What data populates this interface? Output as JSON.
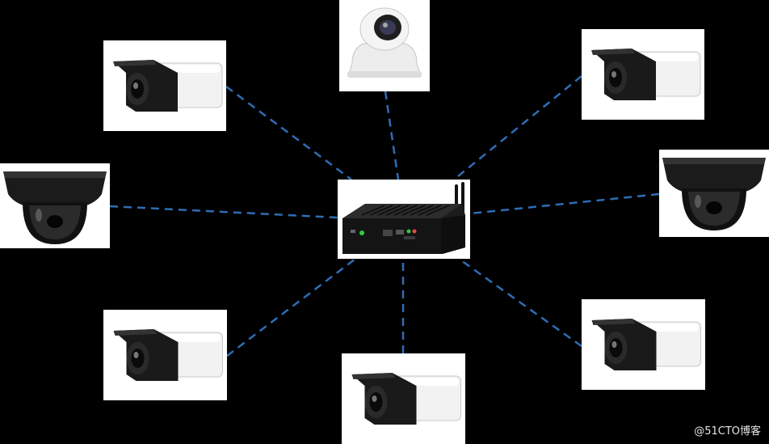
{
  "diagram": {
    "hub": {
      "kind": "fanless-mini-pc-with-antennas",
      "icon": "mini-pc-icon"
    },
    "nodes": [
      {
        "id": "cam-top-left",
        "kind": "bullet-camera",
        "icon": "bullet-camera-icon"
      },
      {
        "id": "cam-top",
        "kind": "turret-camera",
        "icon": "turret-camera-icon"
      },
      {
        "id": "cam-top-right",
        "kind": "bullet-camera",
        "icon": "bullet-camera-icon"
      },
      {
        "id": "cam-left",
        "kind": "dome-camera",
        "icon": "dome-camera-icon"
      },
      {
        "id": "cam-right",
        "kind": "dome-camera",
        "icon": "dome-camera-icon"
      },
      {
        "id": "cam-bottom-left",
        "kind": "bullet-camera",
        "icon": "bullet-camera-icon"
      },
      {
        "id": "cam-bottom",
        "kind": "bullet-camera",
        "icon": "bullet-camera-icon"
      },
      {
        "id": "cam-bottom-right",
        "kind": "bullet-camera",
        "icon": "bullet-camera-icon"
      }
    ],
    "link_style": "dashed",
    "colors": {
      "background": "#000000",
      "link": "#2e6db4",
      "tile": "#ffffff"
    }
  },
  "watermark": "@51CTO博客"
}
